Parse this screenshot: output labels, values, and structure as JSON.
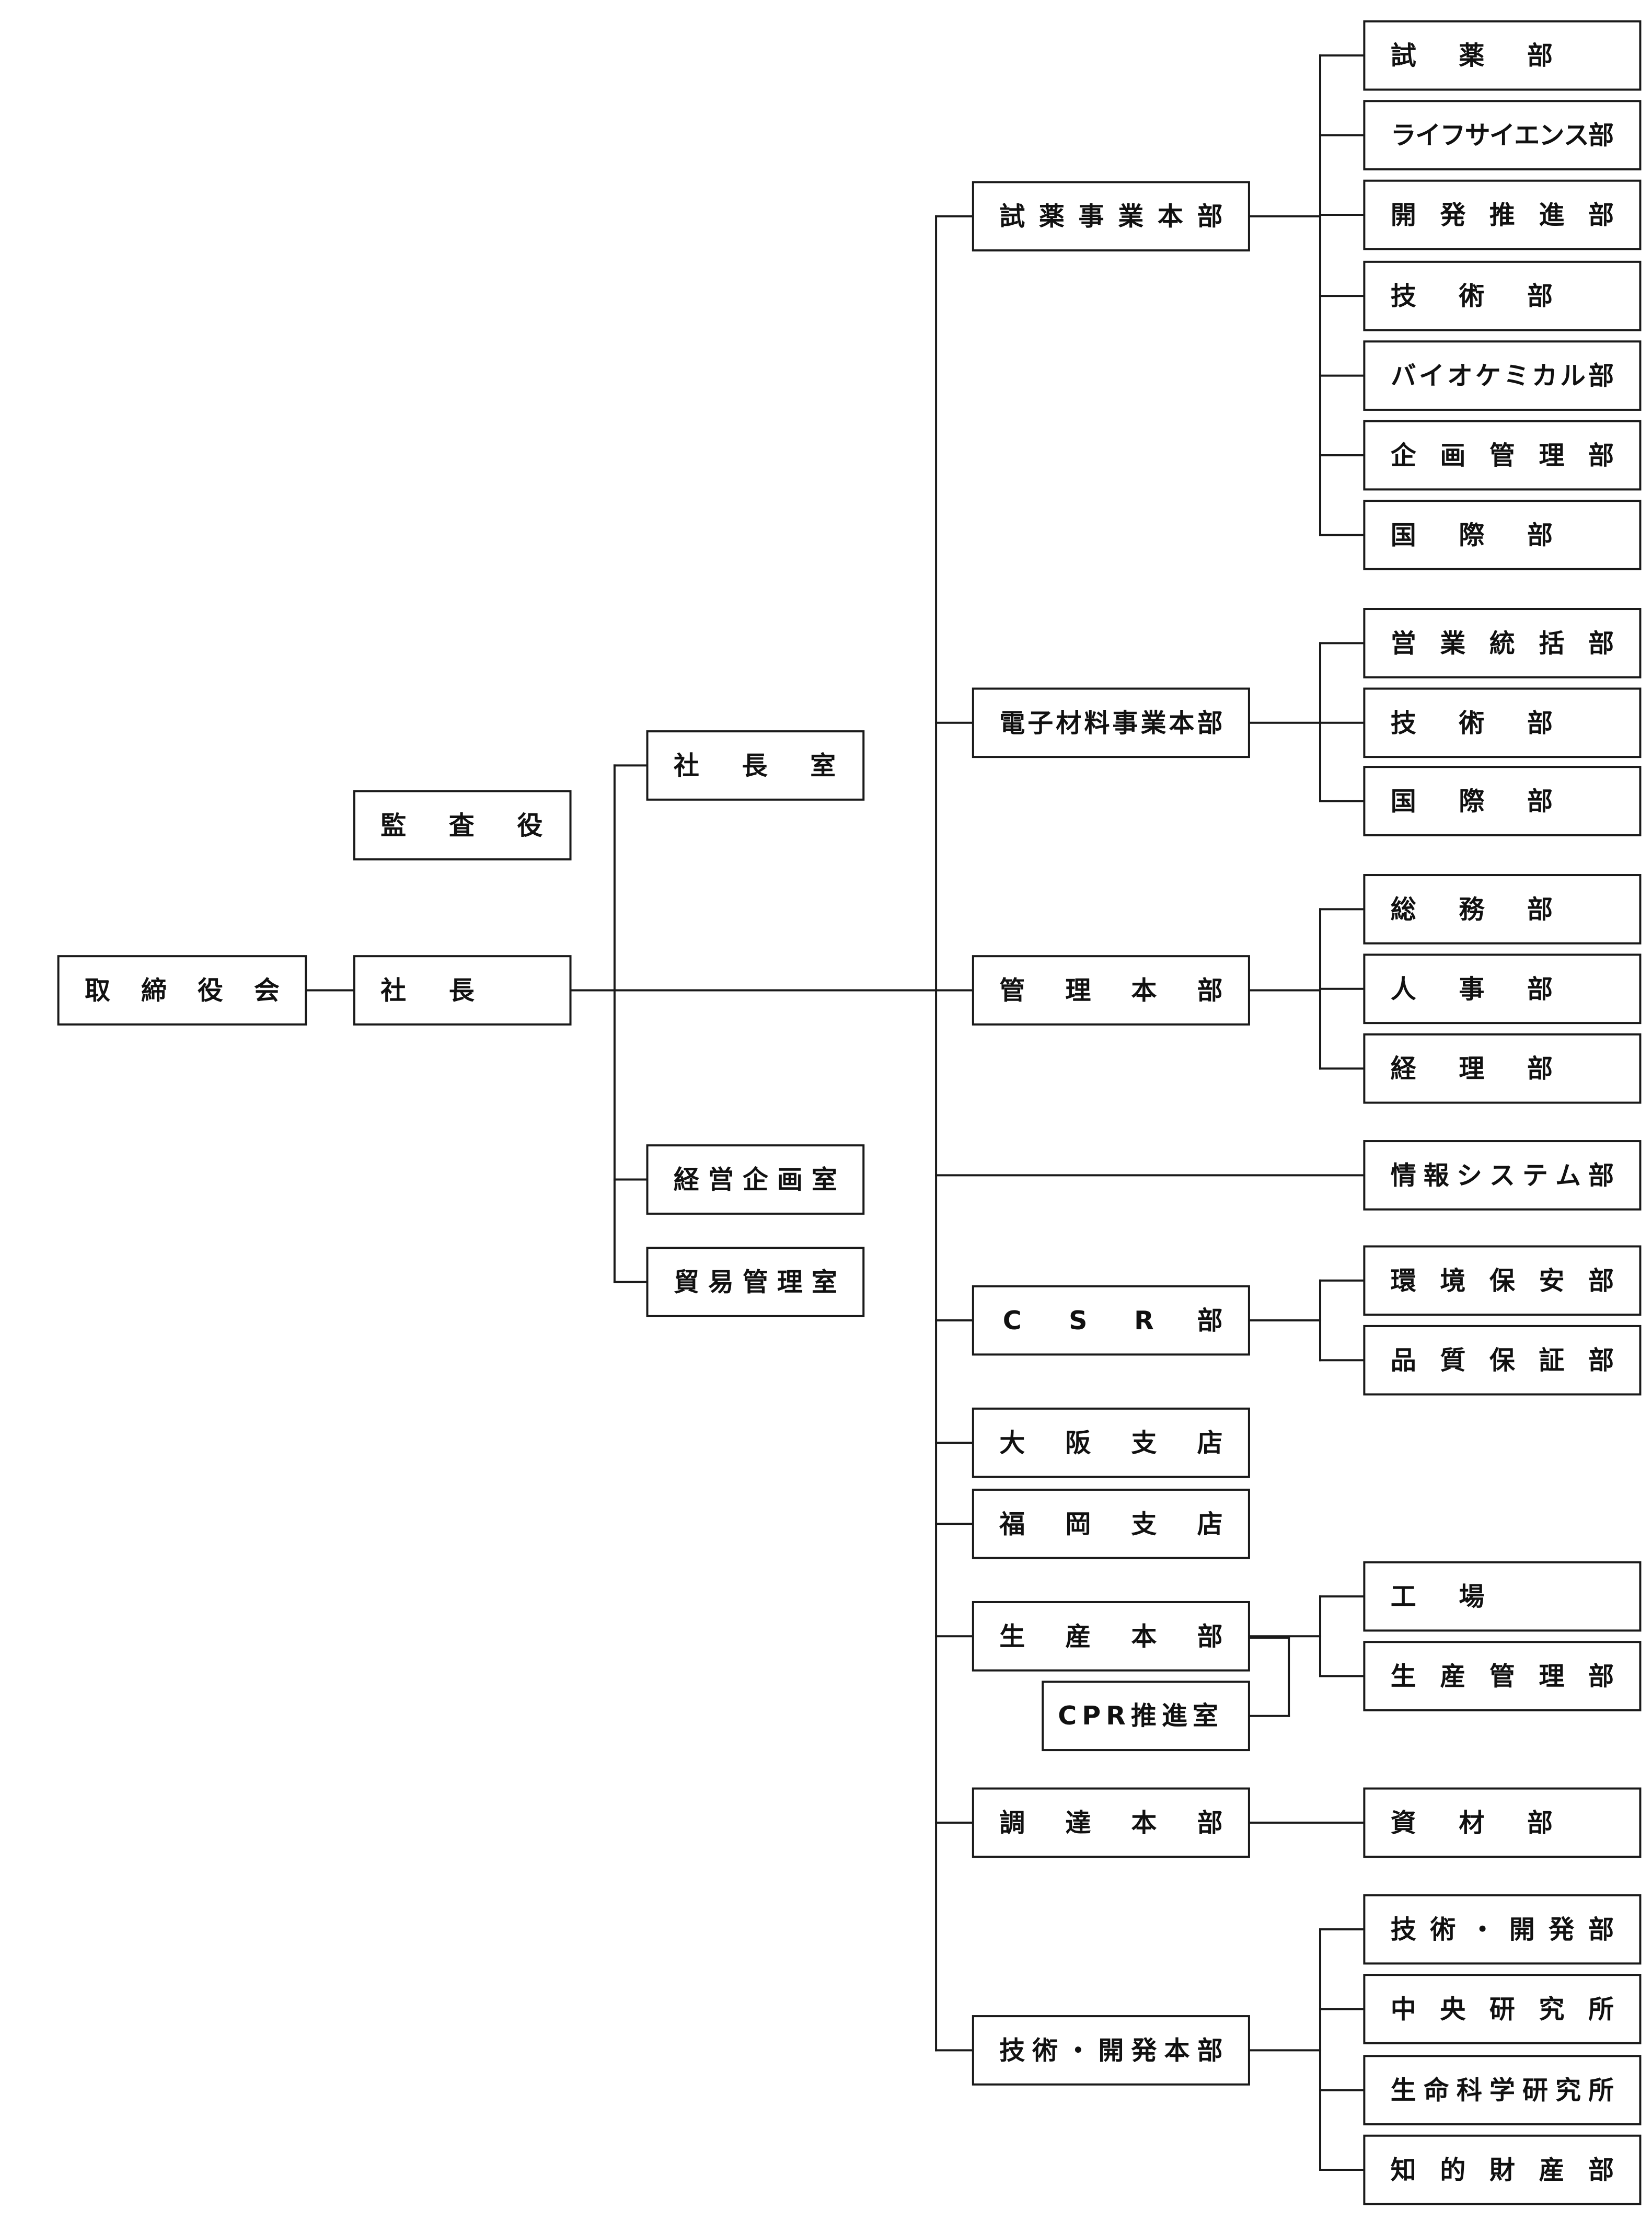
{
  "colors": {
    "line": "#1a1a1a",
    "text": "#111111",
    "background": "#ffffff"
  },
  "org": {
    "board": "取締役会",
    "president": "社長",
    "auditor": "監査役",
    "staff_offices": [
      "社長室",
      "経営企画室",
      "貿易管理室"
    ],
    "divisions": [
      {
        "name": "試薬事業本部",
        "departments": [
          "試薬部",
          "ライフサイエンス部",
          "開発推進部",
          "技術部",
          "バイオケミカル部",
          "企画管理部",
          "国際部"
        ]
      },
      {
        "name": "電子材料事業本部",
        "departments": [
          "営業統括部",
          "技術部",
          "国際部"
        ]
      },
      {
        "name": "管理本部",
        "departments": [
          "総務部",
          "人事部",
          "経理部"
        ]
      },
      {
        "name": "情報システム部",
        "departments": []
      },
      {
        "name": "CSR部",
        "departments": [
          "環境保安部",
          "品質保証部"
        ]
      },
      {
        "name": "大阪支店",
        "departments": []
      },
      {
        "name": "福岡支店",
        "departments": []
      },
      {
        "name": "生産本部",
        "departments": [
          "工場",
          "生産管理部"
        ],
        "attached": "CPR推進室"
      },
      {
        "name": "調達本部",
        "departments": [
          "資材部"
        ]
      },
      {
        "name": "技術・開発本部",
        "departments": [
          "技術・開発部",
          "中央研究所",
          "生命科学研究所",
          "知的財産部"
        ]
      }
    ]
  }
}
